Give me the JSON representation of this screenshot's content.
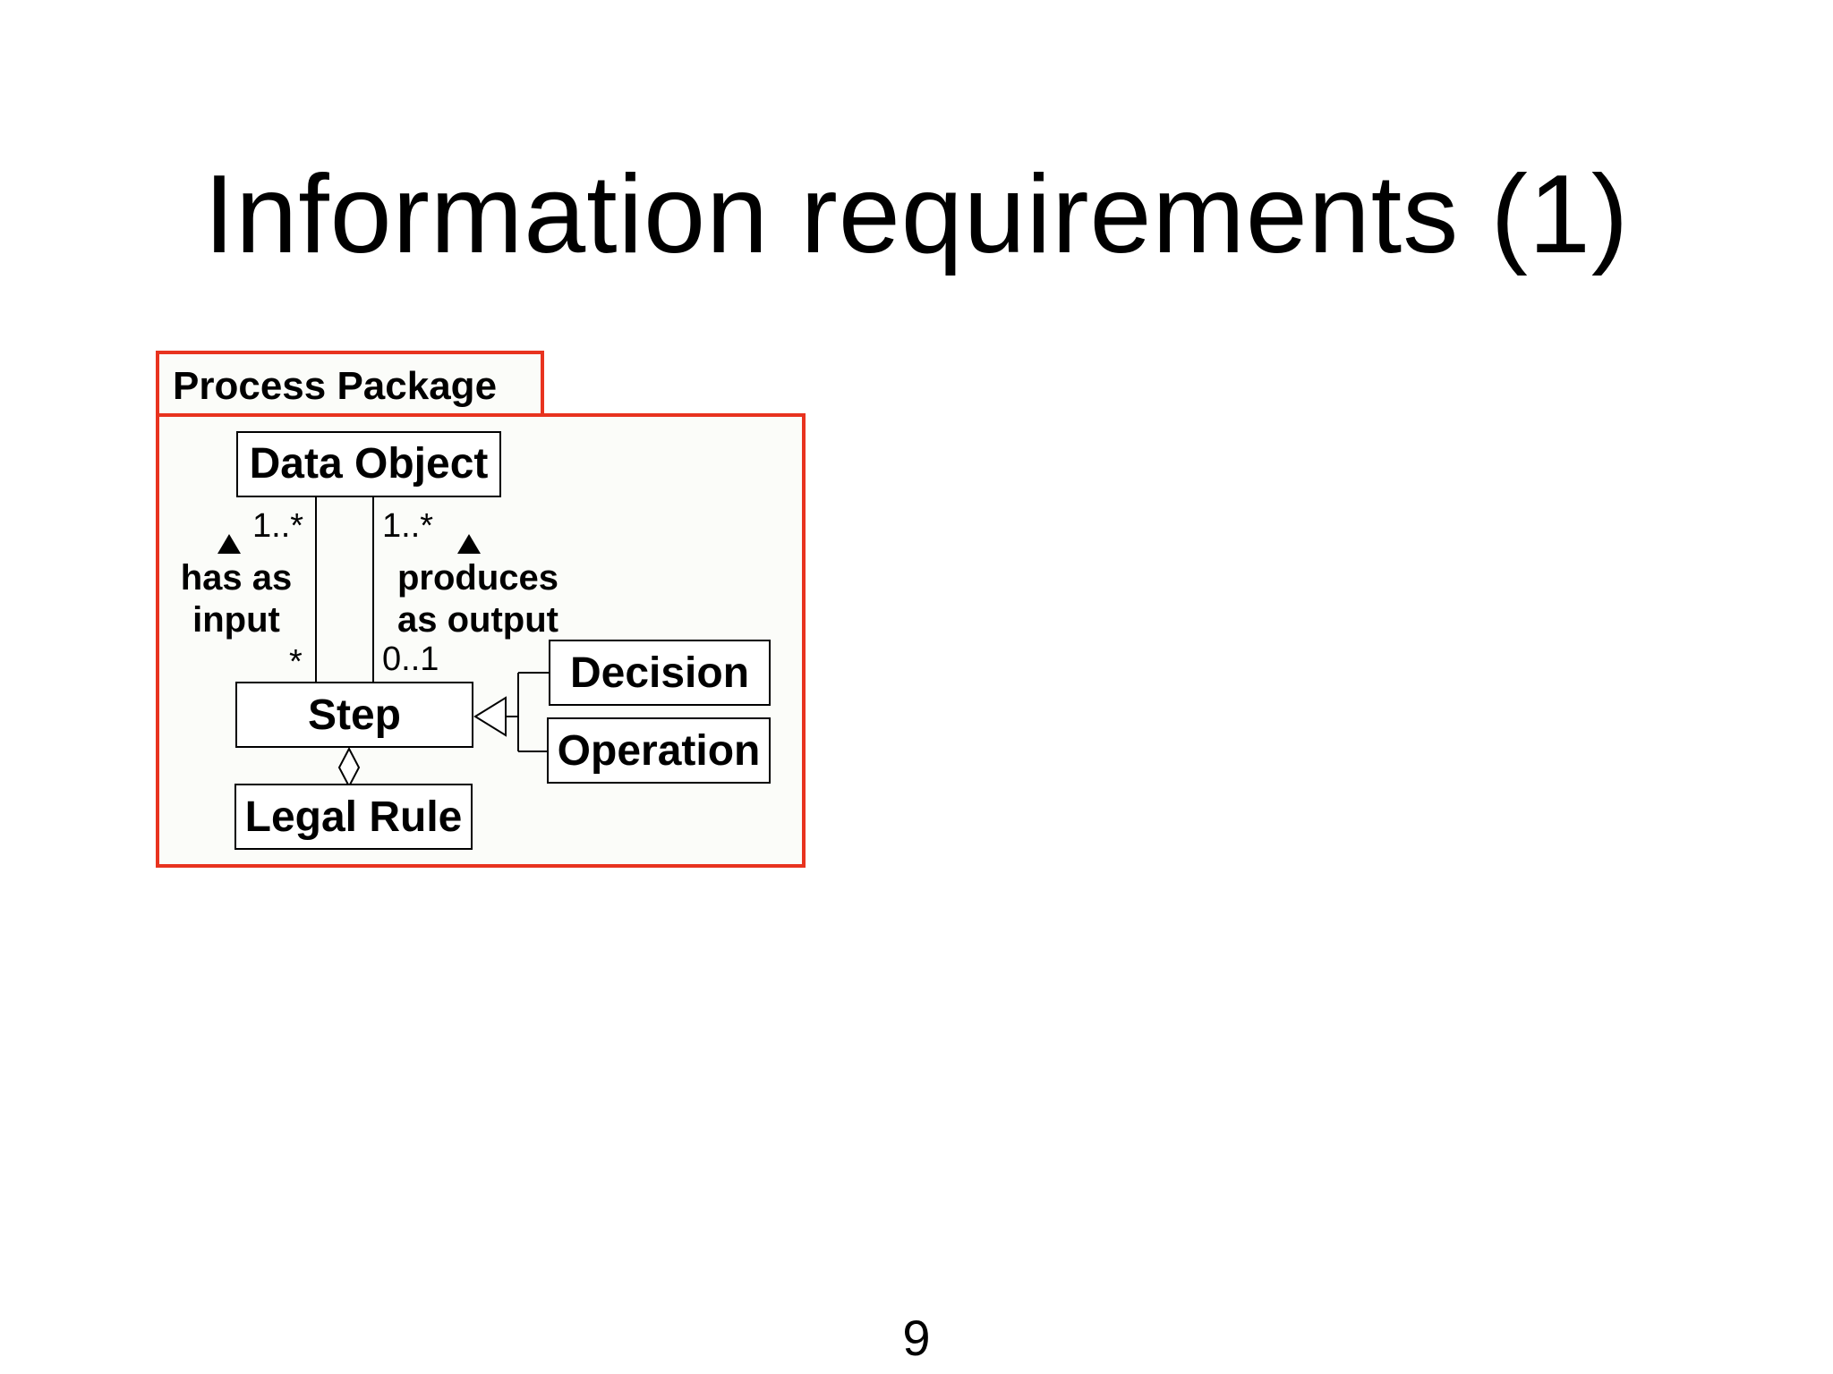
{
  "slide": {
    "title": "Information requirements (1)",
    "page_number": "9"
  },
  "diagram": {
    "package_label": "Process Package",
    "classes": {
      "data_object": "Data Object",
      "step": "Step",
      "decision": "Decision",
      "operation": "Operation",
      "legal_rule": "Legal Rule"
    },
    "associations": {
      "input": {
        "name_line1": "has as",
        "name_line2": "input",
        "mult_data_object": "1..*",
        "mult_step": "*"
      },
      "output": {
        "name_line1": "produces",
        "name_line2": "as output",
        "mult_data_object": "1..*",
        "mult_step": "0..1"
      }
    },
    "colors": {
      "package_border": "#e8331f",
      "package_fill": "#fbfcf9",
      "line": "#000000"
    }
  }
}
